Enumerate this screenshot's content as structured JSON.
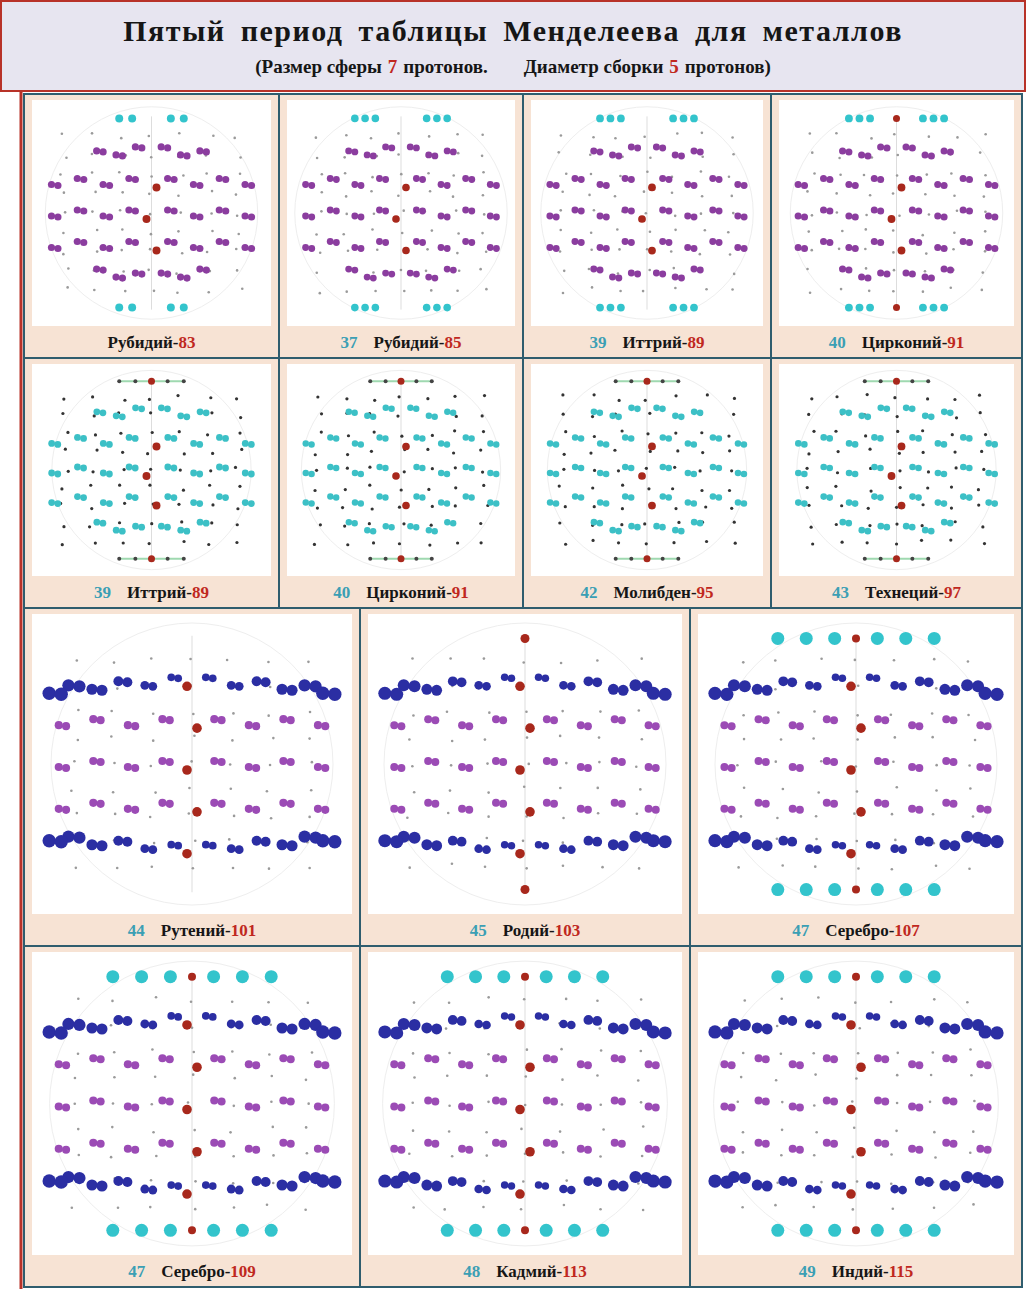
{
  "diagram": {
    "title": "Пятый период таблицы Менделеева для металлов",
    "nodes": [
      {
        "text": [
          "Рубидий-",
          "83"
        ]
      },
      {
        "text": [
          "37",
          "Рубидий-",
          "85"
        ]
      },
      {
        "text": [
          "39",
          "Иттрий-",
          "89"
        ]
      },
      {
        "text": [
          "40",
          "Цирконий-",
          "91"
        ]
      },
      {
        "text": [
          "39",
          "Иттрий-",
          "89"
        ]
      },
      {
        "text": [
          "40",
          "Цирконий-",
          "91"
        ]
      },
      {
        "text": [
          "42",
          "Молибден-",
          "95"
        ]
      },
      {
        "text": [
          "43",
          "Технеций-",
          "97"
        ]
      },
      {
        "text": [
          "44",
          "Рутений-",
          "101"
        ]
      },
      {
        "text": [
          "45",
          "Родий-",
          "103"
        ]
      },
      {
        "text": [
          "47",
          "Серебро-",
          "107"
        ]
      },
      {
        "text": [
          "47",
          "Серебро-",
          "109"
        ]
      },
      {
        "text": [
          "48",
          "Кадмий-",
          "113"
        ]
      },
      {
        "text": [
          "49",
          "Индий-",
          "115"
        ]
      }
    ],
    "labels": [
      "(Размер сферы",
      "7",
      "протонов.",
      "Диаметр сборки",
      "5",
      "протонов)"
    ]
  }
}
